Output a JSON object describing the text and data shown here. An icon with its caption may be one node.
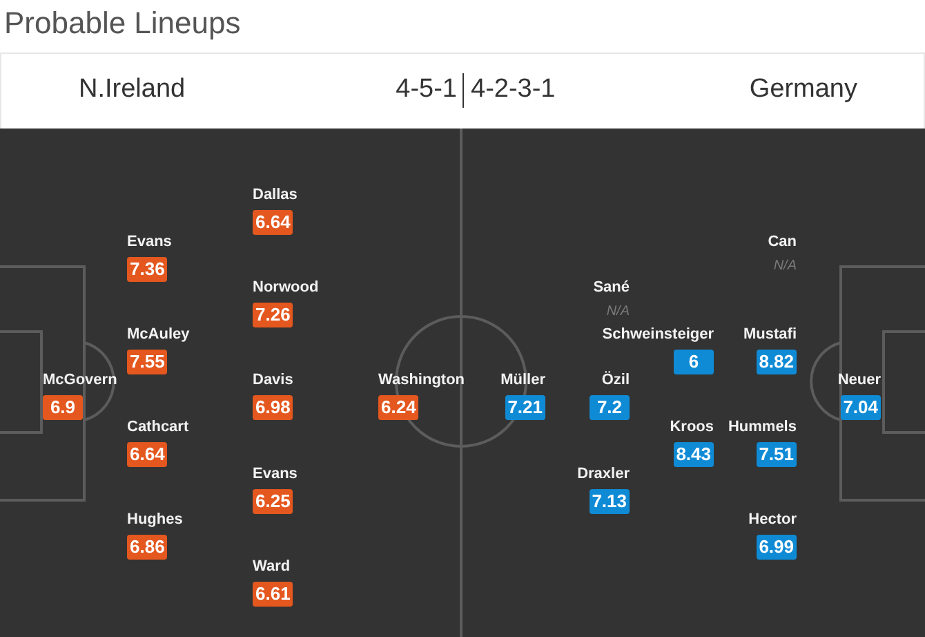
{
  "diagram": {
    "title": "Probable Lineups",
    "nodes": [
      {
        "text": [
          "Dallas",
          "6.64"
        ]
      },
      {
        "text": [
          "Evans",
          "7.36"
        ]
      },
      {
        "text": [
          "Can",
          "N/A"
        ]
      },
      {
        "text": [
          "Norwood",
          "7.26"
        ]
      },
      {
        "text": [
          "Sané",
          "N/A"
        ]
      },
      {
        "text": [
          "McAuley",
          "7.55"
        ]
      },
      {
        "text": [
          "Schweinsteiger",
          "6"
        ]
      },
      {
        "text": [
          "Mustafi",
          "8.82"
        ]
      },
      {
        "text": [
          "McGovern",
          "6.9"
        ]
      },
      {
        "text": [
          "Davis",
          "6.98"
        ]
      },
      {
        "text": [
          "Washington",
          "6.24"
        ]
      },
      {
        "text": [
          "Müller",
          "7.21"
        ]
      },
      {
        "text": [
          "Özil",
          "7.2"
        ]
      },
      {
        "text": [
          "Neuer",
          "7.04"
        ]
      },
      {
        "text": [
          "Cathcart",
          "6.64"
        ]
      },
      {
        "text": [
          "Kroos",
          "8.43"
        ]
      },
      {
        "text": [
          "Hummels",
          "7.51"
        ]
      },
      {
        "text": [
          "Evans",
          "6.25"
        ]
      },
      {
        "text": [
          "Draxler",
          "7.13"
        ]
      },
      {
        "text": [
          "Hughes",
          "6.86"
        ]
      },
      {
        "text": [
          "Hector",
          "6.99"
        ]
      },
      {
        "text": [
          "Ward",
          "6.61"
        ]
      }
    ],
    "labels": [
      "N.Ireland",
      "4-5-1",
      "4-2-3-1",
      "Germany"
    ]
  }
}
